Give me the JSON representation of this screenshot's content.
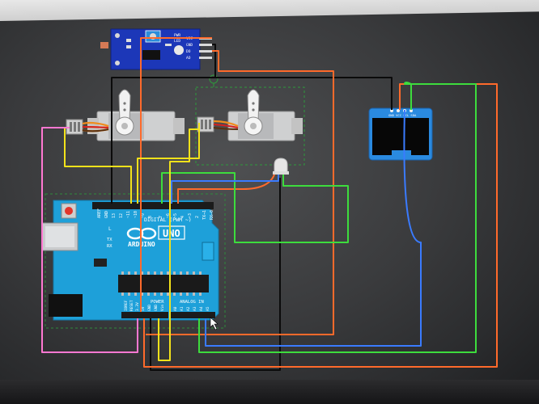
{
  "arduino": {
    "brand": "ARDUINO",
    "model": "UNO",
    "digital_label": "DIGITAL (PWM ~)",
    "power_label": "POWER",
    "analog_label": "ANALOG IN",
    "led_l": "L",
    "tx": "TX",
    "rx": "RX",
    "pin_aref": "AREF",
    "pin_gnd": "GND",
    "pin_13": "13",
    "pin_12": "12",
    "pin_11": "~11",
    "pin_10": "~10",
    "pin_9": "~9",
    "pin_8": "8",
    "pin_7": "7",
    "pin_6": "~6",
    "pin_5": "~5",
    "pin_4": "4",
    "pin_3": "~3",
    "pin_2": "2",
    "pin_tx1": "TX→1",
    "pin_rx0": "RX←0",
    "p_ioref": "IOREF",
    "p_reset": "RESET",
    "p_33v": "3.3V",
    "p_5v": "5V",
    "p_gnd1": "GND",
    "p_gnd2": "GND",
    "p_vin": "Vin",
    "a0": "A0",
    "a1": "A1",
    "a2": "A2",
    "a3": "A3",
    "a4": "A4",
    "a5": "A5"
  },
  "sensor": {
    "pwr": "PWR",
    "led": "LED",
    "vcc": "VCC",
    "gnd": "GND",
    "do": "DO",
    "ao": "AO"
  },
  "oled": {
    "pins": "GND VCC SCL SDA"
  },
  "colors": {
    "arduino_blue": "#1ea0d9",
    "wire_orange": "#ff6a2b",
    "wire_green": "#3ddc3d",
    "wire_blue": "#3a7bff",
    "wire_yellow": "#f3e21a",
    "wire_pink": "#ff78d2",
    "wire_black": "#0b0b0b"
  }
}
